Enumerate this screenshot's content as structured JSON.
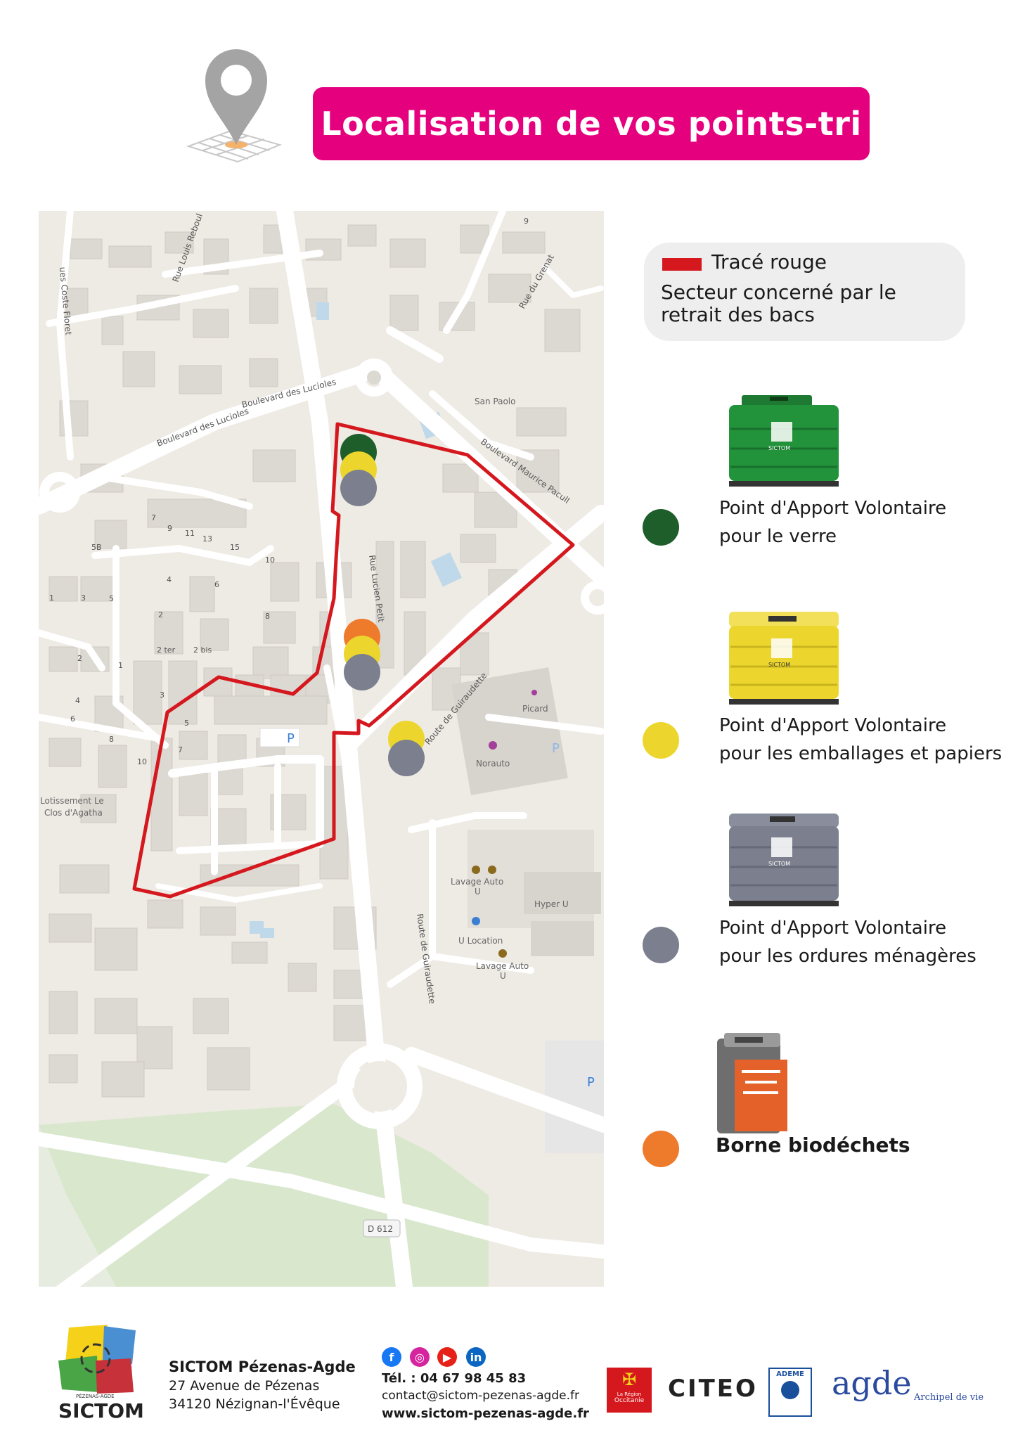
{
  "header": {
    "title": "Localisation de vos points-tri",
    "icon": "map-pin-icon"
  },
  "map": {
    "streets": {
      "coste_floret": "ues Coste Floret",
      "louis_reboul": "Rue Louis Reboul",
      "lucioles_1": "Boulevard des Lucioles",
      "lucioles_2": "Boulevard des Lucioles",
      "grenat": "Rue du Grenat",
      "maurice_pacull": "Boulevard Maurice Pacull",
      "lucien_petit": "Rue Lucien Petit",
      "guiraudette_1": "Route de Guiraudette",
      "guiraudette_2": "Route de Guiraudette",
      "d612": "D 612"
    },
    "places": {
      "san_paolo": "San Paolo",
      "picard": "Picard",
      "norauto": "Norauto",
      "lotissement_1": "Lotissement Le",
      "lotissement_2": "Clos d'Agatha",
      "lavage_1": "Lavage Auto",
      "lavage_1b": "U",
      "hyper_u": "Hyper U",
      "u_location": "U Location",
      "lavage_2": "Lavage Auto",
      "lavage_2b": "U",
      "parking": "P"
    },
    "house_numbers": [
      "9",
      "7",
      "9",
      "11",
      "13",
      "15",
      "5B",
      "10",
      "4",
      "6",
      "1",
      "3",
      "5",
      "2",
      "8",
      "2 ter",
      "2 bis",
      "1",
      "2",
      "4",
      "3",
      "5",
      "6",
      "8",
      "7",
      "10"
    ]
  },
  "legend": {
    "trace_title": "Tracé rouge",
    "trace_desc": "Secteur concerné par le retrait des bacs",
    "items": [
      {
        "line1": "Point d'Apport Volontaire",
        "line2": "pour le verre",
        "color": "#1e5e2a"
      },
      {
        "line1": "Point d'Apport Volontaire",
        "line2": "pour les emballages et papiers",
        "color": "#ecd62e"
      },
      {
        "line1": "Point d'Apport Volontaire",
        "line2": "pour les ordures ménagères",
        "color": "#7b7f8e"
      },
      {
        "line1": "Borne biodéchets",
        "color": "#ee7b2c"
      }
    ],
    "container_brand": "SICTOM"
  },
  "footer": {
    "logo_text": "SICTOM",
    "logo_small": "PÉZENAS-AGDE",
    "org_name": "SICTOM Pézenas-Agde",
    "address1": "27 Avenue de Pézenas",
    "address2": "34120 Nézignan-l'Évêque",
    "tel": "Tél. : 04 67 98 45 83",
    "email": "contact@sictom-pezenas-agde.fr",
    "website": "www.sictom-pezenas-agde.fr",
    "region_1": "La Région",
    "region_2": "Occitanie",
    "citeo": "CITEO",
    "ademe": "ADEME",
    "agde": "agde",
    "agde_tag": "Archipel de vie"
  },
  "colors": {
    "accent": "#e5007e",
    "trace": "#d4181e",
    "glass": "#1e5e2a",
    "packaging": "#ecd62e",
    "household": "#7b7f8e",
    "biowaste": "#ee7b2c"
  }
}
